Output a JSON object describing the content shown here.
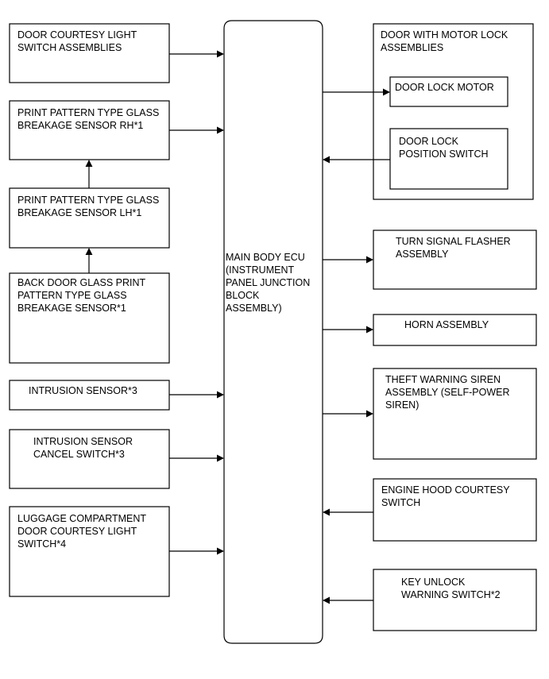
{
  "left": {
    "door_courtesy": [
      "DOOR COURTESY LIGHT",
      "SWITCH ASSEMBLIES"
    ],
    "glass_rh": [
      "PRINT PATTERN TYPE GLASS",
      "BREAKAGE SENSOR RH*1"
    ],
    "glass_lh": [
      "PRINT PATTERN TYPE GLASS",
      "BREAKAGE SENSOR LH*1"
    ],
    "back_door_glass": [
      "BACK DOOR GLASS PRINT",
      "PATTERN TYPE GLASS",
      "BREAKAGE SENSOR*1"
    ],
    "intrusion_sensor": [
      "INTRUSION SENSOR*3"
    ],
    "intrusion_cancel": [
      "INTRUSION SENSOR",
      "CANCEL SWITCH*3"
    ],
    "luggage_courtesy": [
      "LUGGAGE COMPARTMENT",
      "DOOR COURTESY LIGHT",
      "SWITCH*4"
    ]
  },
  "center": {
    "ecu": [
      "MAIN BODY ECU",
      "(INSTRUMENT",
      "PANEL JUNCTION",
      "BLOCK",
      "ASSEMBLY)"
    ]
  },
  "right": {
    "door_motor_lock": [
      "DOOR WITH MOTOR LOCK",
      "ASSEMBLIES"
    ],
    "door_lock_motor": [
      "DOOR LOCK MOTOR"
    ],
    "door_lock_position": [
      "DOOR LOCK",
      "POSITION SWITCH"
    ],
    "turn_signal": [
      "TURN SIGNAL FLASHER",
      "ASSEMBLY"
    ],
    "horn": [
      "HORN ASSEMBLY"
    ],
    "siren": [
      "THEFT WARNING SIREN",
      "ASSEMBLY (SELF-POWER",
      "SIREN)"
    ],
    "hood_courtesy": [
      "ENGINE HOOD COURTESY",
      "SWITCH"
    ],
    "key_unlock": [
      "KEY UNLOCK",
      "WARNING SWITCH*2"
    ]
  }
}
